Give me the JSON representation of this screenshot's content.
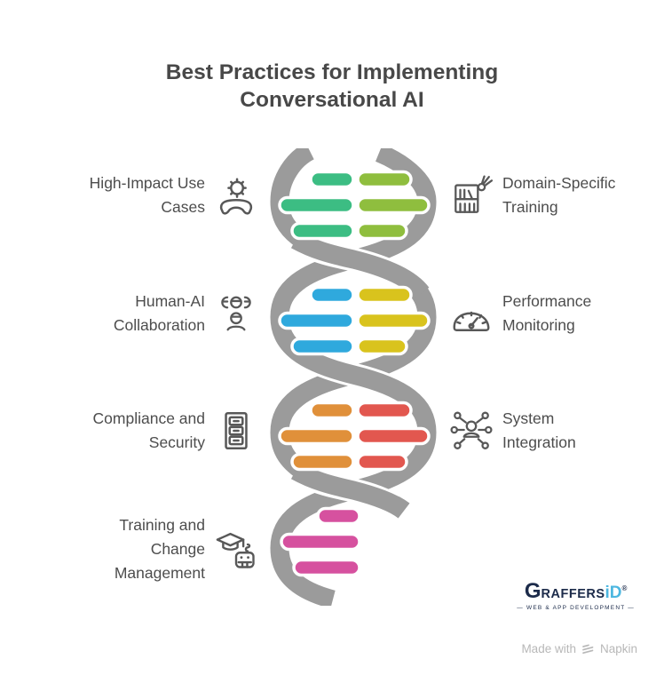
{
  "title": {
    "lines": [
      "Best Practices for Implementing",
      "Conversational AI"
    ]
  },
  "rows_left": [
    {
      "icon": "gear-handset-icon",
      "lines": [
        "High-Impact Use",
        "Cases"
      ]
    },
    {
      "icon": "people-collaboration-icon",
      "lines": [
        "Human-AI",
        "Collaboration"
      ]
    },
    {
      "icon": "filing-cabinet-icon",
      "lines": [
        "Compliance and",
        "Security"
      ]
    },
    {
      "icon": "graduation-robot-icon",
      "lines": [
        "Training and",
        "Change",
        "Management"
      ]
    }
  ],
  "rows_right": [
    {
      "icon": "bookshelf-shuttlecock-icon",
      "lines": [
        "Domain-Specific",
        "Training"
      ]
    },
    {
      "icon": "gauge-icon",
      "lines": [
        "Performance",
        "Monitoring"
      ]
    },
    {
      "icon": "network-person-icon",
      "lines": [
        "System",
        "Integration"
      ]
    }
  ],
  "helix": {
    "strand_color": "#9b9b9b",
    "rung_colors": {
      "green_left": "#3cbd83",
      "green_right": "#8fbe3e",
      "blue": "#2fa9dd",
      "yellow": "#d9c31d",
      "orange": "#e0903a",
      "red": "#e2574f",
      "pink": "#d6519f"
    }
  },
  "branding": {
    "logo_prefix": "G",
    "logo_main": "RAFFERS",
    "logo_accent": "iD",
    "logo_reg": "®",
    "tagline": "—  WEB & APP DEVELOPMENT  —",
    "credit_text": "Made with",
    "credit_brand": "Napkin"
  },
  "icon_stroke_color": "#585858"
}
